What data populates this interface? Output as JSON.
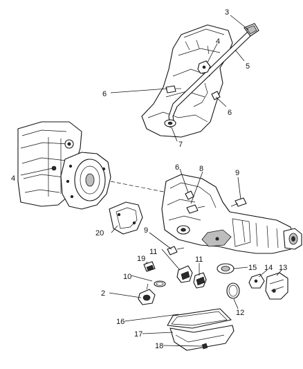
{
  "callouts": {
    "c2": "2",
    "c3": "3",
    "c4_top": "4",
    "c4_left": "4",
    "c5": "5",
    "c6_left": "6",
    "c6_right": "6",
    "c6_mid": "6",
    "c7": "7",
    "c8": "8",
    "c9_right": "9",
    "c9_mid": "9",
    "c10": "10",
    "c11_left": "11",
    "c11_right": "11",
    "c12": "12",
    "c13": "13",
    "c14": "14",
    "c15": "15",
    "c16": "16",
    "c17": "17",
    "c18": "18",
    "c19": "19",
    "c20": "20"
  }
}
